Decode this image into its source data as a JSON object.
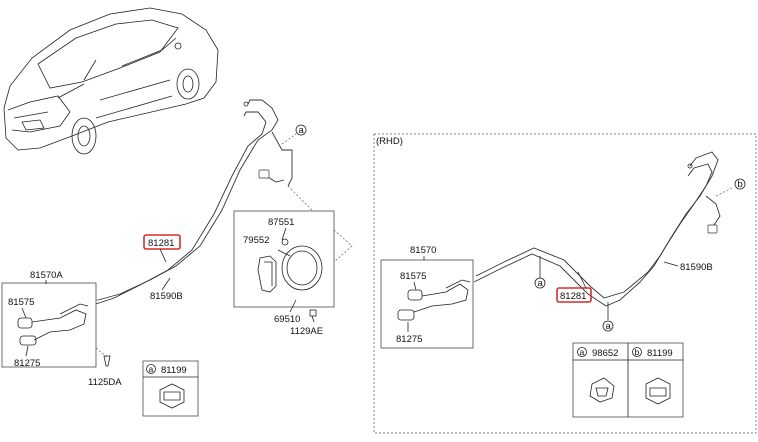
{
  "diagram": {
    "left_assembly": {
      "part_81281": "81281",
      "part_81590B": "81590B",
      "part_81570A": "81570A",
      "part_81575": "81575",
      "part_81275": "81275",
      "part_1125DA": "1125DA",
      "part_87551": "87551",
      "part_79552": "79552",
      "part_69510": "69510",
      "part_1129AE": "1129AE",
      "callout_a": "a",
      "legend_cell_letter": "a",
      "legend_cell_part": "81199"
    },
    "rhd_assembly": {
      "section_label": "(RHD)",
      "part_81570": "81570",
      "part_81575": "81575",
      "part_81275": "81275",
      "part_81281": "81281",
      "part_81590B": "81590B",
      "callout_a": "a",
      "callout_b": "b",
      "legend": [
        {
          "letter": "a",
          "part": "98652"
        },
        {
          "letter": "b",
          "part": "81199"
        }
      ]
    },
    "highlight_color": "#d32f2f"
  }
}
